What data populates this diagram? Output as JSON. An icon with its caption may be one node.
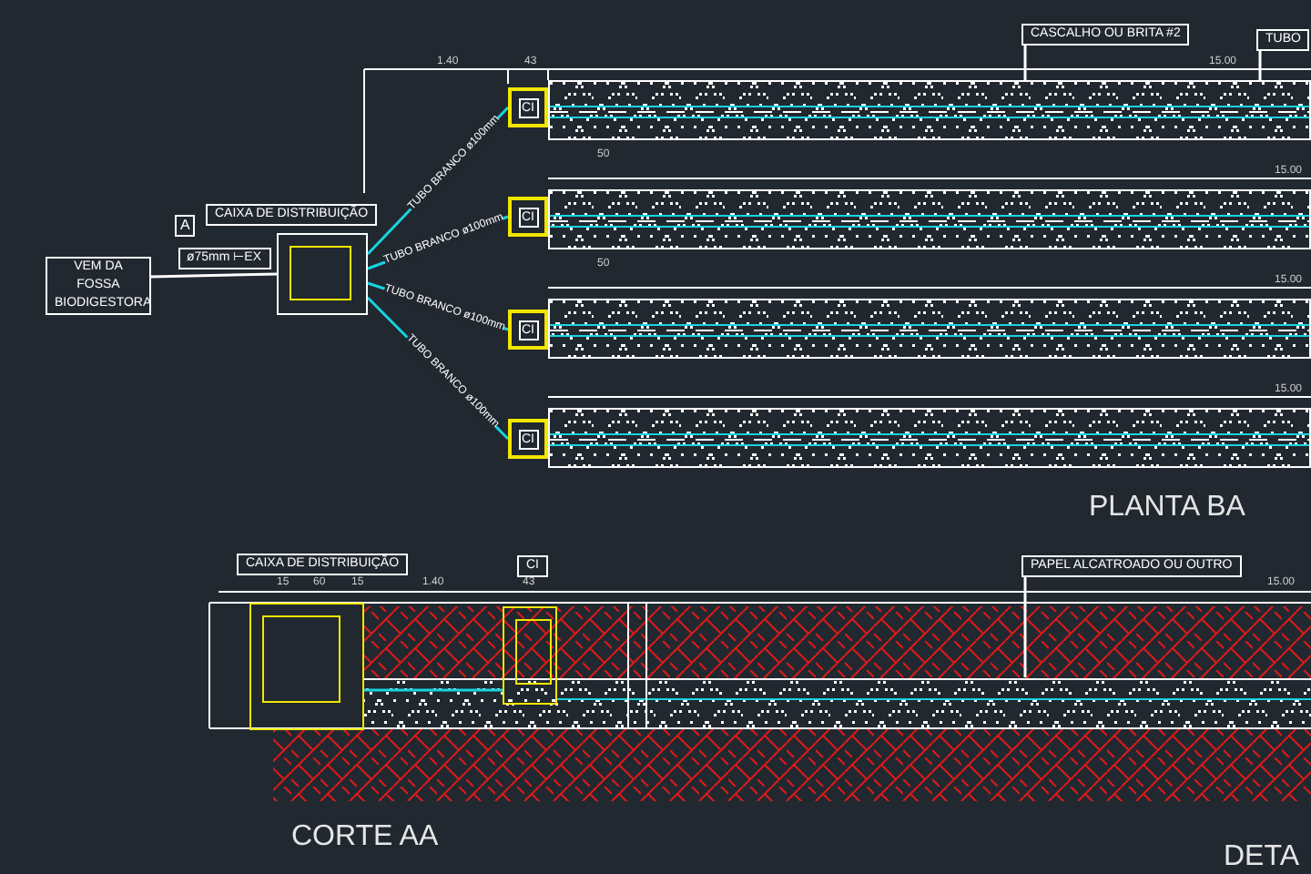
{
  "diagram": {
    "nodes": [
      {
        "text": [
          "VEM DA FOSSA BIODIGESTORA"
        ]
      },
      {
        "text": [
          "CAIXA DE DISTRIBUIÇÃO"
        ]
      },
      {
        "text": [
          "CI"
        ]
      },
      {
        "text": [
          "CI"
        ]
      },
      {
        "text": [
          "CI"
        ]
      },
      {
        "text": [
          "CI"
        ]
      },
      {
        "text": [],
        "shape": "bar",
        "beside": [
          "15.00"
        ]
      },
      {
        "text": [],
        "shape": "bar",
        "beside": [
          "15.00"
        ]
      },
      {
        "text": [],
        "shape": "bar",
        "beside": [
          "15.00"
        ]
      },
      {
        "text": [],
        "shape": "bar",
        "beside": [
          "15.00"
        ]
      },
      {
        "text": [
          "CASCALHO OU BRITA #2"
        ]
      },
      {
        "text": [
          "TUBO"
        ]
      },
      {
        "text": [
          "CAIXA DE DISTRIBUIÇÃO"
        ]
      },
      {
        "text": [
          "CI"
        ]
      },
      {
        "text": [
          "PAPEL ALCATROADO OU OUTRO"
        ]
      }
    ],
    "edges": [
      {
        "from": 0,
        "to": 1,
        "arrow": "none",
        "label": "ø75mm ⊢EX",
        "color": "#ffffff"
      },
      {
        "from": 1,
        "to": 2,
        "arrow": "none",
        "label": "TUBO BRANCO ø100mm"
      },
      {
        "from": 1,
        "to": 3,
        "arrow": "none",
        "label": "TUBO BRANCO ø100mm"
      },
      {
        "from": 1,
        "to": 4,
        "arrow": "none",
        "label": "TUBO BRANCO ø100mm"
      },
      {
        "from": 1,
        "to": 5,
        "arrow": "none",
        "label": "TUBO BRANCO ø100mm"
      },
      {
        "from": 10,
        "to": 6,
        "arrow": "none",
        "color": "#ffffff"
      },
      {
        "from": 11,
        "to": 6,
        "arrow": "none",
        "color": "#ffffff"
      },
      {
        "from": 12,
        "to": 13,
        "arrow": "none"
      },
      {
        "from": 14,
        "to": null,
        "arrow": "none",
        "color": "#ffffff"
      }
    ],
    "labels": [
      "A",
      "1.40",
      "43",
      "50",
      "50",
      "PLANTA BA",
      "15",
      "60",
      "15",
      "1.40",
      "43",
      "15.00",
      "CORTE AA",
      "DETA"
    ]
  }
}
